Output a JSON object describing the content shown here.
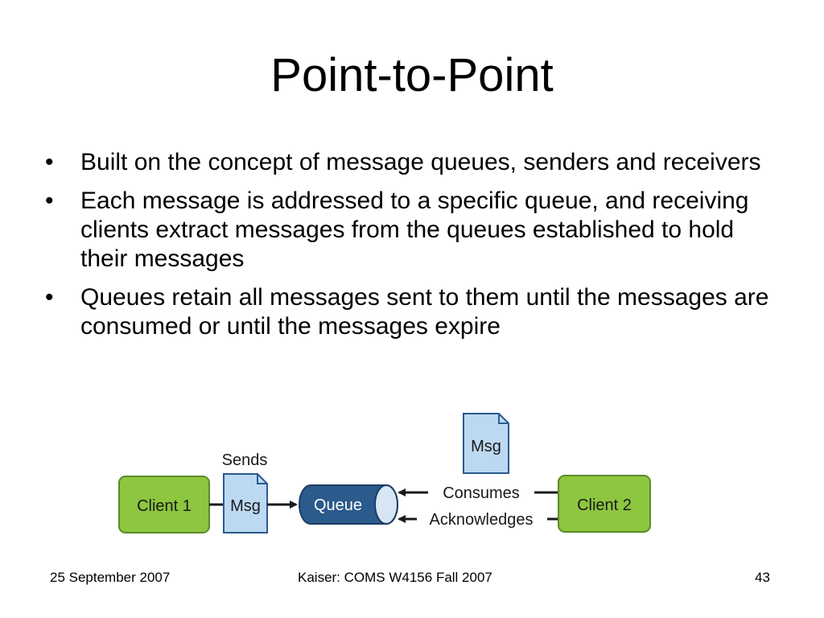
{
  "slide": {
    "title": "Point-to-Point",
    "bullet_symbol": "•",
    "bullets": [
      "Built on the concept of message queues, senders and receivers",
      "Each message is addressed to a specific queue, and receiving clients extract messages from the queues established to hold their messages",
      "Queues retain all messages sent to them until the messages are consumed or until the messages expire"
    ]
  },
  "diagram": {
    "client1_label": "Client 1",
    "client2_label": "Client 2",
    "queue_label": "Queue",
    "sends_label": "Sends",
    "msg_send_label": "Msg",
    "msg_consume_label": "Msg",
    "consumes_label": "Consumes",
    "acknowledges_label": "Acknowledges",
    "colors": {
      "client_fill": "#8dc63f",
      "client_border": "#5a8a2a",
      "queue_fill": "#2b5a8c",
      "queue_end_fill": "#d7e6f3",
      "msg_fill": "#bcd9f2",
      "msg_border": "#2b5a8c"
    }
  },
  "footer": {
    "date": "25 September 2007",
    "course": "Kaiser: COMS W4156 Fall 2007",
    "page_number": "43"
  }
}
